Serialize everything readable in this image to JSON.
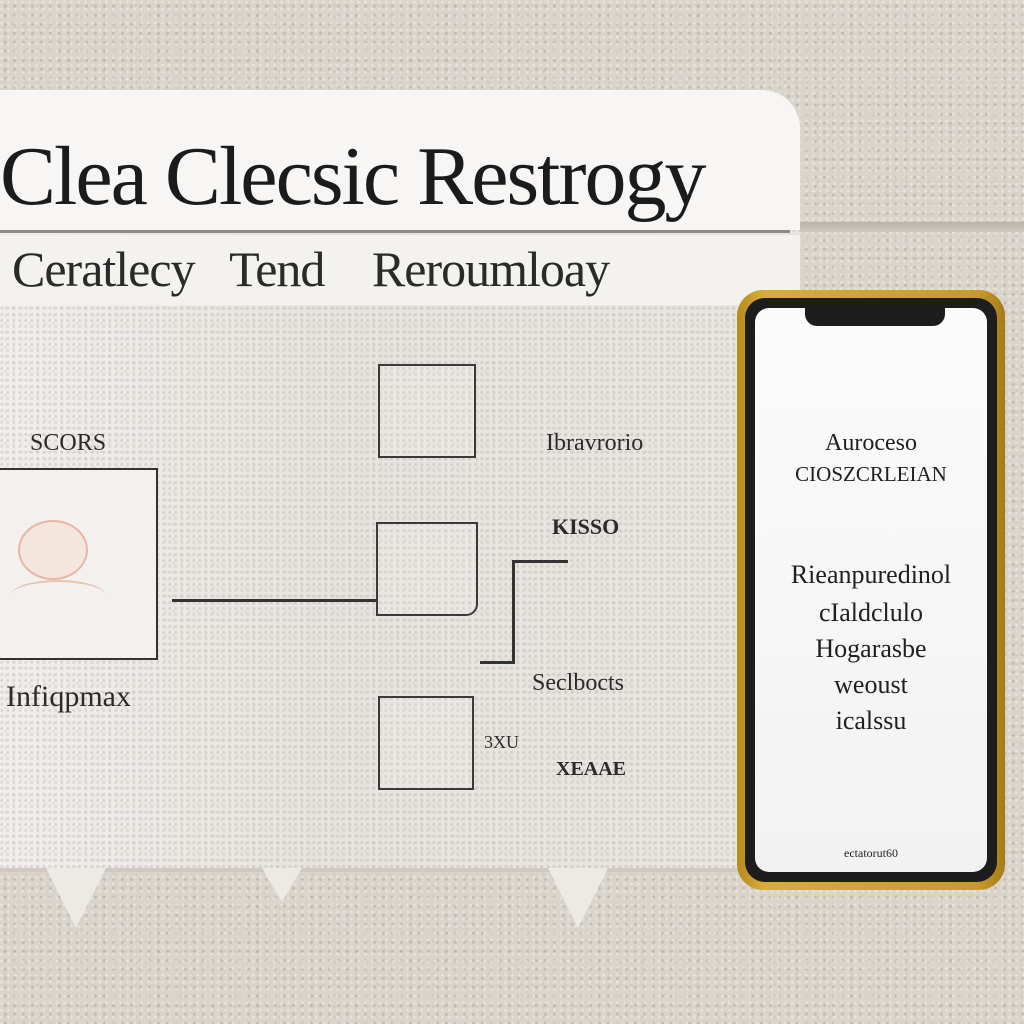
{
  "sign": {
    "title": "Clea Clecsic Restrogy",
    "subtitle_words": [
      "Ceratlecy",
      "Tend",
      "Reroumloay"
    ]
  },
  "diagram": {
    "left_label_top": "SCORS",
    "left_label_bottom": "Infiqpmax",
    "right_labels": [
      "Ibravrorio",
      "KISSO",
      "Seclbocts",
      "XEAAE"
    ],
    "small_label": "3XU"
  },
  "phone": {
    "header_lines": [
      "Auroceso",
      "CIOSZCRLEIAN"
    ],
    "body_lines": [
      "Rieanpuredinol",
      "cIaldclulo",
      "Hogarasbe",
      "weoust",
      "icalssu"
    ],
    "footer": "ectatorut60"
  },
  "colors": {
    "phone_frame": "#c79a2a",
    "board": "#ece9e4",
    "ink": "#1b1b1b"
  }
}
